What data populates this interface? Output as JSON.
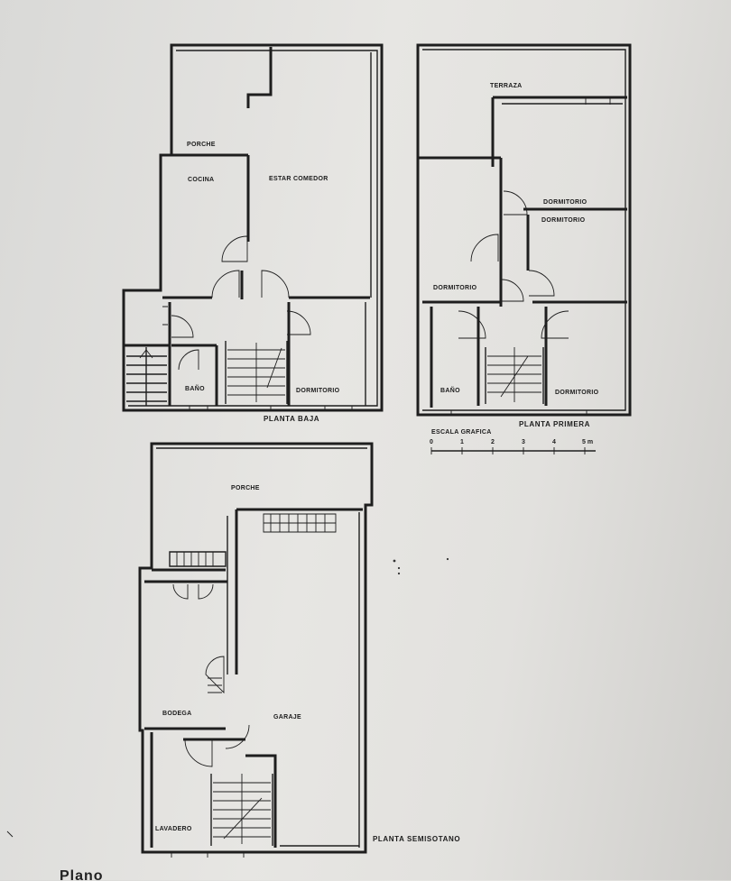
{
  "plans": {
    "baja": {
      "title": "PLANTA BAJA",
      "rooms": {
        "porche": "PORCHE",
        "cocina": "COCINA",
        "estar": "ESTAR COMEDOR",
        "bano": "BAÑO",
        "dormitorio": "DORMITORIO"
      }
    },
    "primera": {
      "title": "PLANTA PRIMERA",
      "rooms": {
        "terraza": "TERRAZA",
        "dormitorio_1": "DORMITORIO",
        "dormitorio_2": "DORMITORIO",
        "dormitorio_3": "DORMITORIO",
        "bano": "BAÑO",
        "dormitorio_4": "DORMITORIO"
      }
    },
    "semisotano": {
      "title": "PLANTA SEMISOTANO",
      "rooms": {
        "porche": "PORCHE",
        "bodega": "BODEGA",
        "garaje": "GARAJE",
        "lavadero": "LAVADERO"
      }
    }
  },
  "scale": {
    "label": "ESCALA GRAFICA",
    "ticks": [
      "0",
      "1",
      "2",
      "3",
      "4",
      "5 m"
    ]
  },
  "footer": {
    "text": "Plano"
  }
}
